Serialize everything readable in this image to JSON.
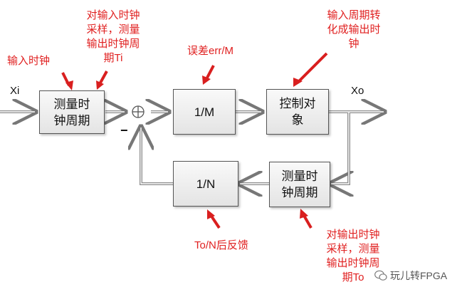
{
  "blocks": {
    "measure_in": [
      "测量时",
      "钟周期"
    ],
    "inv_m": "1/M",
    "controlled": [
      "控制对",
      "象"
    ],
    "inv_n": "1/N",
    "measure_fb": [
      "测量时",
      "钟周期"
    ]
  },
  "signals": {
    "input": "Xi",
    "output": "Xo",
    "minus": "−",
    "sum": "⊕"
  },
  "notes": {
    "input_clock": "输入时钟",
    "sample_in": [
      "对输入时钟",
      "采样，测量",
      "输出时钟周",
      "期Ti"
    ],
    "error": "误差err/M",
    "convert": [
      "输入周期转",
      "化成输出时",
      "钟"
    ],
    "feedback": "To/N后反馈",
    "sample_out": [
      "对输出时钟",
      "采样，测量",
      "输出时钟周",
      "期To"
    ]
  },
  "watermark": "玩儿转FPGA",
  "colors": {
    "annotation": "#e02020",
    "arrow": "#e02020",
    "wire": "#9a9a9a"
  }
}
